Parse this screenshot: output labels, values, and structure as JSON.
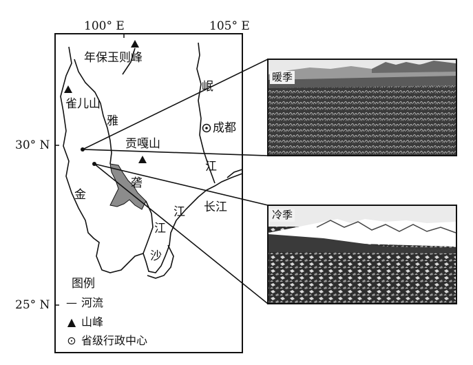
{
  "map": {
    "grid_labels": {
      "lon_100": "100° E",
      "lon_105": "105° E",
      "lat_30": "30° N",
      "lat_25": "25° N"
    },
    "peaks": [
      {
        "name": "年保玉则峰"
      },
      {
        "name": "雀儿山"
      },
      {
        "name": "贡嘎山"
      }
    ],
    "cities": [
      {
        "name": "成都"
      }
    ],
    "rivers": {
      "min_jiang_1": "岷",
      "min_jiang_2": "江",
      "yalong_1": "雅",
      "yalong_2": "砻",
      "yalong_3": "江",
      "jinsha_1": "金",
      "jinsha_2": "沙",
      "jinsha_3": "江",
      "changjiang": "长江"
    },
    "legend": {
      "title": "图例",
      "river": "河流",
      "peak": "山峰",
      "capital": "省级行政中心"
    }
  },
  "photos": {
    "warm": {
      "label": "暖季"
    },
    "cold": {
      "label": "冷季"
    }
  },
  "colors": {
    "frame": "#111111",
    "region_fill": "#8a8a8a",
    "photo_dark": "#2b2b2b"
  }
}
